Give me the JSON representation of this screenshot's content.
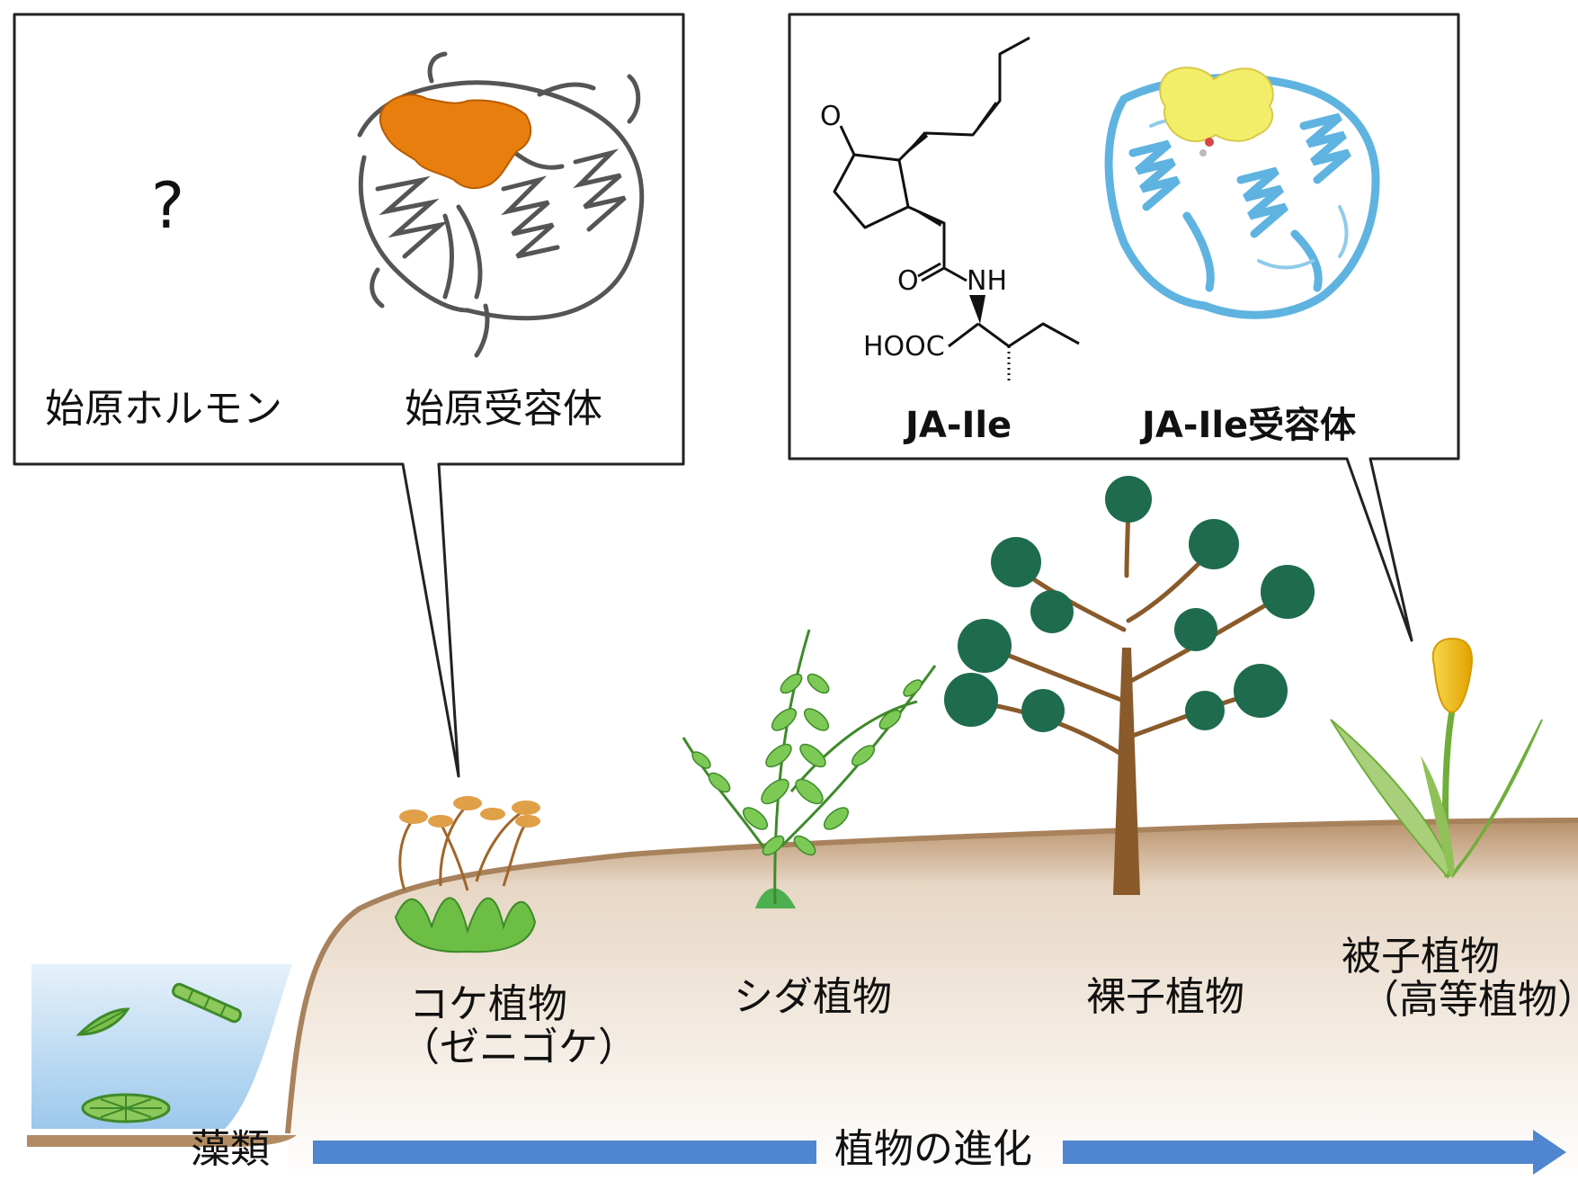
{
  "callout_left": {
    "question_mark": "?",
    "hormone_label": "始原ホルモン",
    "receptor_label": "始原受容体",
    "protein_colors": {
      "backbone": "#555555",
      "pocket": "#E87E0E"
    }
  },
  "callout_right": {
    "molecule_label": "JA-Ile",
    "receptor_label": "JA-Ile受容体",
    "atom_labels": {
      "ketone_o": "O",
      "amide_o": "O",
      "nh": "NH",
      "acid": "HOOC"
    },
    "protein_colors": {
      "backbone": "#5FB3E0",
      "pocket": "#F3EE6A"
    }
  },
  "plants": {
    "algae": "藻類",
    "moss_line1": "コケ植物",
    "moss_line2": "（ゼニゴケ）",
    "fern": "シダ植物",
    "gymnosperm": "裸子植物",
    "angiosperm_line1": "被子植物",
    "angiosperm_line2": "（高等植物）"
  },
  "evolution_arrow": {
    "label": "植物の進化",
    "color": "#4F86CF"
  },
  "colors": {
    "ground": "#C8A27A",
    "ground_light": "#F4EEE6",
    "water": "#BFDCF3",
    "foliage": "#6DBE45",
    "pine": "#1E6B4E",
    "trunk": "#8A5A2B",
    "tulip": "#F5C518"
  }
}
